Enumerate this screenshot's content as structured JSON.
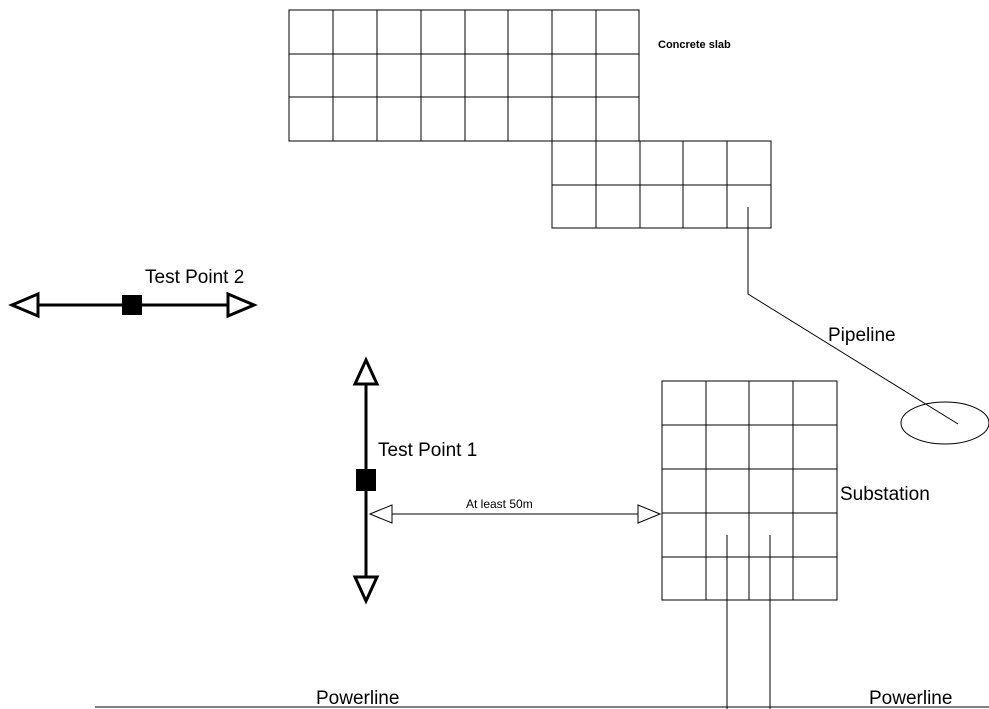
{
  "labels": {
    "concrete_slab": "Concrete slab",
    "test_point_2": "Test Point 2",
    "test_point_1": "Test Point 1",
    "pipeline": "Pipeline",
    "substation": "Substation",
    "distance": "At least 50m",
    "powerline_left": "Powerline",
    "powerline_right": "Powerline"
  },
  "colors": {
    "ink": "#000000",
    "background": "#ffffff"
  }
}
